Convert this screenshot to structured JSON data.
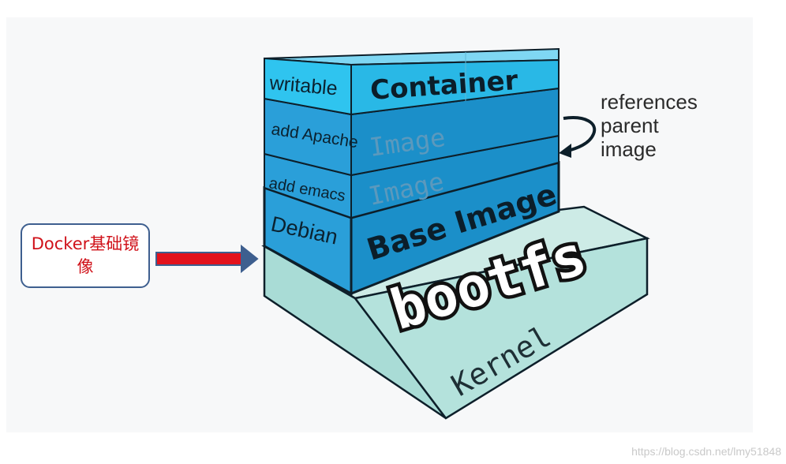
{
  "callout": {
    "label": "Docker基础镜像"
  },
  "layers": {
    "kernel": {
      "label": "Kernel"
    },
    "bootfs": {
      "label": "bootfs"
    },
    "base_image": {
      "side": "Debian",
      "front": "Base Image"
    },
    "emacs_image": {
      "side": "add emacs",
      "front": "Image"
    },
    "apache_image": {
      "side": "add Apache",
      "front": "Image"
    },
    "container": {
      "side": "writable",
      "front": "Container"
    }
  },
  "annotation": {
    "lines": [
      "references",
      "parent",
      "image"
    ]
  },
  "watermark": "https://blog.csdn.net/lmy51848",
  "colors": {
    "kernel_face": "#a9dcd6",
    "kernel_top": "#cdebe6",
    "layer_front": "#1b8fc9",
    "layer_side": "#2a9fd9",
    "container_front": "#29b8e6",
    "container_side": "#2fc4ef",
    "container_top": "#7fd7f3",
    "arrow_fill": "#e3121c",
    "arrow_outline": "#3e5f8f",
    "outline": "#0d1f2a"
  }
}
